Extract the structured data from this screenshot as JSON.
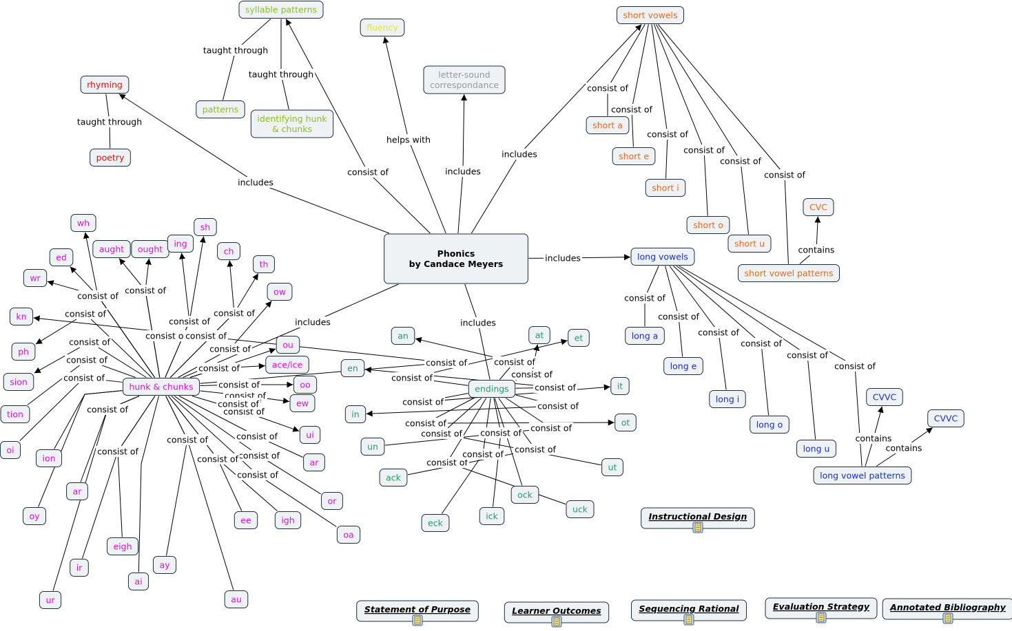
{
  "colors": {
    "root": "#000000",
    "rhyming": "#dd1111",
    "syllable": "#8fbf1f",
    "fluency": "#e6e62a",
    "letter_sound": "#999999",
    "short_vowels": "#ee6a1a",
    "long_vowels": "#1a2ed0",
    "chunks": "#dd11dd",
    "endings": "#2b9a6b",
    "line": "#000000"
  },
  "nodes": [
    {
      "id": "phonics",
      "label": "Phonics\nby Candace Meyers",
      "color": "root",
      "bold": true
    },
    {
      "id": "rhyming",
      "label": "rhyming",
      "color": "rhyming"
    },
    {
      "id": "poetry",
      "label": "poetry",
      "color": "rhyming"
    },
    {
      "id": "syllable_patterns",
      "label": "syllable patterns",
      "color": "syllable"
    },
    {
      "id": "patterns",
      "label": "patterns",
      "color": "syllable"
    },
    {
      "id": "identifying",
      "label": "identifying hunk\n& chunks",
      "color": "syllable"
    },
    {
      "id": "fluency",
      "label": "fluency",
      "color": "fluency"
    },
    {
      "id": "letter_sound",
      "label": "letter-sound\ncorrespondance",
      "color": "letter_sound"
    },
    {
      "id": "short_vowels",
      "label": "short vowels",
      "color": "short_vowels"
    },
    {
      "id": "short_a",
      "label": "short a",
      "color": "short_vowels"
    },
    {
      "id": "short_e",
      "label": "short e",
      "color": "short_vowels"
    },
    {
      "id": "short_i",
      "label": "short i",
      "color": "short_vowels"
    },
    {
      "id": "short_o",
      "label": "short o",
      "color": "short_vowels"
    },
    {
      "id": "short_u",
      "label": "short u",
      "color": "short_vowels"
    },
    {
      "id": "short_vowel_patterns",
      "label": "short vowel patterns",
      "color": "short_vowels"
    },
    {
      "id": "cvc",
      "label": "CVC",
      "color": "short_vowels"
    },
    {
      "id": "long_vowels",
      "label": "long vowels",
      "color": "long_vowels"
    },
    {
      "id": "long_a",
      "label": "long a",
      "color": "long_vowels"
    },
    {
      "id": "long_e",
      "label": "long e",
      "color": "long_vowels"
    },
    {
      "id": "long_i",
      "label": "long i",
      "color": "long_vowels"
    },
    {
      "id": "long_o",
      "label": "long o",
      "color": "long_vowels"
    },
    {
      "id": "long_u",
      "label": "long u",
      "color": "long_vowels"
    },
    {
      "id": "long_vowel_patterns",
      "label": "long vowel patterns",
      "color": "long_vowels"
    },
    {
      "id": "cvvc1",
      "label": "CVVC",
      "color": "long_vowels"
    },
    {
      "id": "cvvc2",
      "label": "CVVC",
      "color": "long_vowels"
    },
    {
      "id": "hunk",
      "label": "hunk & chunks",
      "color": "chunks"
    },
    {
      "id": "wh",
      "label": "wh",
      "color": "chunks"
    },
    {
      "id": "aught",
      "label": "aught",
      "color": "chunks"
    },
    {
      "id": "ought",
      "label": "ought",
      "color": "chunks"
    },
    {
      "id": "ing",
      "label": "ing",
      "color": "chunks"
    },
    {
      "id": "sh",
      "label": "sh",
      "color": "chunks"
    },
    {
      "id": "ch",
      "label": "ch",
      "color": "chunks"
    },
    {
      "id": "th",
      "label": "th",
      "color": "chunks"
    },
    {
      "id": "ow",
      "label": "ow",
      "color": "chunks"
    },
    {
      "id": "ou",
      "label": "ou",
      "color": "chunks"
    },
    {
      "id": "aceice",
      "label": "ace/ice",
      "color": "chunks"
    },
    {
      "id": "oo",
      "label": "oo",
      "color": "chunks"
    },
    {
      "id": "ew",
      "label": "ew",
      "color": "chunks"
    },
    {
      "id": "ui",
      "label": "ui",
      "color": "chunks"
    },
    {
      "id": "ar2",
      "label": "ar",
      "color": "chunks"
    },
    {
      "id": "or",
      "label": "or",
      "color": "chunks"
    },
    {
      "id": "oa",
      "label": "oa",
      "color": "chunks"
    },
    {
      "id": "igh",
      "label": "igh",
      "color": "chunks"
    },
    {
      "id": "ee",
      "label": "ee",
      "color": "chunks"
    },
    {
      "id": "au",
      "label": "au",
      "color": "chunks"
    },
    {
      "id": "ay",
      "label": "ay",
      "color": "chunks"
    },
    {
      "id": "ai",
      "label": "ai",
      "color": "chunks"
    },
    {
      "id": "eigh",
      "label": "eigh",
      "color": "chunks"
    },
    {
      "id": "ir",
      "label": "ir",
      "color": "chunks"
    },
    {
      "id": "ur",
      "label": "ur",
      "color": "chunks"
    },
    {
      "id": "ar1",
      "label": "ar",
      "color": "chunks"
    },
    {
      "id": "oy",
      "label": "oy",
      "color": "chunks"
    },
    {
      "id": "ion",
      "label": "ion",
      "color": "chunks"
    },
    {
      "id": "oi",
      "label": "oi",
      "color": "chunks"
    },
    {
      "id": "tion",
      "label": "tion",
      "color": "chunks"
    },
    {
      "id": "sion",
      "label": "sion",
      "color": "chunks"
    },
    {
      "id": "ph",
      "label": "ph",
      "color": "chunks"
    },
    {
      "id": "kn",
      "label": "kn",
      "color": "chunks"
    },
    {
      "id": "wr",
      "label": "wr",
      "color": "chunks"
    },
    {
      "id": "ed",
      "label": "ed",
      "color": "chunks"
    },
    {
      "id": "endings",
      "label": "endings",
      "color": "endings"
    },
    {
      "id": "an",
      "label": "an",
      "color": "endings"
    },
    {
      "id": "at",
      "label": "at",
      "color": "endings"
    },
    {
      "id": "et",
      "label": "et",
      "color": "endings"
    },
    {
      "id": "en",
      "label": "en",
      "color": "endings"
    },
    {
      "id": "it",
      "label": "it",
      "color": "endings"
    },
    {
      "id": "in",
      "label": "in",
      "color": "endings"
    },
    {
      "id": "ot",
      "label": "ot",
      "color": "endings"
    },
    {
      "id": "un",
      "label": "un",
      "color": "endings"
    },
    {
      "id": "ut",
      "label": "ut",
      "color": "endings"
    },
    {
      "id": "ack",
      "label": "ack",
      "color": "endings"
    },
    {
      "id": "uck",
      "label": "uck",
      "color": "endings"
    },
    {
      "id": "eck",
      "label": "eck",
      "color": "endings"
    },
    {
      "id": "ick",
      "label": "ick",
      "color": "endings"
    },
    {
      "id": "ock",
      "label": "ock",
      "color": "endings"
    }
  ],
  "links": [
    {
      "from": "phonics",
      "to": "rhyming",
      "label": "includes",
      "arrow": true
    },
    {
      "from": "rhyming",
      "to": "poetry",
      "label": "taught through",
      "arrow": false
    },
    {
      "from": "phonics",
      "to": "syllable_patterns",
      "label": "consist of",
      "arrow": true
    },
    {
      "from": "syllable_patterns",
      "to": "patterns",
      "label": "taught through",
      "arrow": false
    },
    {
      "from": "syllable_patterns",
      "to": "identifying",
      "label": "taught through",
      "arrow": false
    },
    {
      "from": "phonics",
      "to": "fluency",
      "label": "helps with",
      "arrow": true
    },
    {
      "from": "phonics",
      "to": "letter_sound",
      "label": "includes",
      "arrow": true
    },
    {
      "from": "phonics",
      "to": "short_vowels",
      "label": "includes",
      "arrow": true
    },
    {
      "from": "short_vowels",
      "to": "short_a",
      "label": "consist of",
      "arrow": false
    },
    {
      "from": "short_vowels",
      "to": "short_e",
      "label": "consist of",
      "arrow": false
    },
    {
      "from": "short_vowels",
      "to": "short_i",
      "label": "consist of",
      "arrow": false
    },
    {
      "from": "short_vowels",
      "to": "short_o",
      "label": "consist of",
      "arrow": false
    },
    {
      "from": "short_vowels",
      "to": "short_u",
      "label": "consist of",
      "arrow": false
    },
    {
      "from": "short_vowels",
      "to": "short_vowel_patterns",
      "label": "consist of",
      "arrow": false
    },
    {
      "from": "short_vowel_patterns",
      "to": "cvc",
      "label": "contains",
      "arrow": true
    },
    {
      "from": "phonics",
      "to": "long_vowels",
      "label": "includes",
      "arrow": true
    },
    {
      "from": "long_vowels",
      "to": "long_a",
      "label": "consist of",
      "arrow": false
    },
    {
      "from": "long_vowels",
      "to": "long_e",
      "label": "consist of",
      "arrow": false
    },
    {
      "from": "long_vowels",
      "to": "long_i",
      "label": "consist of",
      "arrow": false
    },
    {
      "from": "long_vowels",
      "to": "long_o",
      "label": "consist of",
      "arrow": false
    },
    {
      "from": "long_vowels",
      "to": "long_u",
      "label": "consist of",
      "arrow": false
    },
    {
      "from": "long_vowels",
      "to": "long_vowel_patterns",
      "label": "consist of",
      "arrow": false
    },
    {
      "from": "long_vowel_patterns",
      "to": "cvvc1",
      "label": "contains",
      "arrow": true
    },
    {
      "from": "long_vowel_patterns",
      "to": "cvvc2",
      "label": "contains",
      "arrow": true
    },
    {
      "from": "phonics",
      "to": "hunk",
      "label": "includes",
      "arrow": false
    },
    {
      "from": "phonics",
      "to": "endings",
      "label": "includes",
      "arrow": false
    },
    {
      "from": "hunk",
      "to": "wh",
      "label": "consist of",
      "arrow": true
    },
    {
      "from": "hunk",
      "to": "ed",
      "label": "consist of",
      "arrow": true
    },
    {
      "from": "hunk",
      "to": "wr",
      "label": "consist of",
      "arrow": true
    },
    {
      "from": "hunk",
      "to": "aught",
      "label": "consist of",
      "arrow": true
    },
    {
      "from": "hunk",
      "to": "ought",
      "label": "consist of",
      "arrow": true
    },
    {
      "from": "hunk",
      "to": "ing",
      "label": "consist of",
      "arrow": true
    },
    {
      "from": "hunk",
      "to": "sh",
      "label": "consist of",
      "arrow": true
    },
    {
      "from": "hunk",
      "to": "ch",
      "label": "consist of",
      "arrow": true
    },
    {
      "from": "hunk",
      "to": "th",
      "label": "consist of",
      "arrow": true
    },
    {
      "from": "hunk",
      "to": "ow",
      "label": "consist of",
      "arrow": true
    },
    {
      "from": "hunk",
      "to": "ou",
      "label": "consist of",
      "arrow": true
    },
    {
      "from": "hunk",
      "to": "aceice",
      "label": "consist of",
      "arrow": true
    },
    {
      "from": "hunk",
      "to": "oo",
      "label": "consist of",
      "arrow": true
    },
    {
      "from": "hunk",
      "to": "ew",
      "label": "consist of",
      "arrow": true
    },
    {
      "from": "hunk",
      "to": "ui",
      "label": "consist of",
      "arrow": true
    },
    {
      "from": "hunk",
      "to": "ar2",
      "label": "consist of",
      "arrow": false
    },
    {
      "from": "hunk",
      "to": "or",
      "label": "consist of",
      "arrow": false
    },
    {
      "from": "hunk",
      "to": "oa",
      "label": "consist of",
      "arrow": false
    },
    {
      "from": "hunk",
      "to": "igh",
      "label": "consist of",
      "arrow": false
    },
    {
      "from": "hunk",
      "to": "ee",
      "label": "consist of",
      "arrow": false
    },
    {
      "from": "hunk",
      "to": "au",
      "label": "",
      "arrow": false
    },
    {
      "from": "hunk",
      "to": "ay",
      "label": "consist of",
      "arrow": false
    },
    {
      "from": "hunk",
      "to": "ai",
      "label": "",
      "arrow": false
    },
    {
      "from": "hunk",
      "to": "eigh",
      "label": "consist of",
      "arrow": false
    },
    {
      "from": "hunk",
      "to": "ir",
      "label": "",
      "arrow": false
    },
    {
      "from": "hunk",
      "to": "ur",
      "label": "consist of",
      "arrow": false
    },
    {
      "from": "hunk",
      "to": "ar1",
      "label": "consist of",
      "arrow": false
    },
    {
      "from": "hunk",
      "to": "oy",
      "label": "",
      "arrow": false
    },
    {
      "from": "hunk",
      "to": "ion",
      "label": "",
      "arrow": false
    },
    {
      "from": "hunk",
      "to": "oi",
      "label": "consist of",
      "arrow": false
    },
    {
      "from": "hunk",
      "to": "tion",
      "label": "consist of",
      "arrow": false
    },
    {
      "from": "hunk",
      "to": "sion",
      "label": "consist of",
      "arrow": true
    },
    {
      "from": "hunk",
      "to": "ph",
      "label": "consist of",
      "arrow": true
    },
    {
      "from": "hunk",
      "to": "kn",
      "label": "consist of",
      "arrow": true
    },
    {
      "from": "endings",
      "to": "an",
      "label": "consist of",
      "arrow": true
    },
    {
      "from": "endings",
      "to": "at",
      "label": "consist of",
      "arrow": true
    },
    {
      "from": "endings",
      "to": "et",
      "label": "consist of",
      "arrow": true
    },
    {
      "from": "endings",
      "to": "en",
      "label": "consist of",
      "arrow": true
    },
    {
      "from": "endings",
      "to": "it",
      "label": "consist of",
      "arrow": true
    },
    {
      "from": "endings",
      "to": "in",
      "label": "consist of",
      "arrow": true
    },
    {
      "from": "endings",
      "to": "ot",
      "label": "consist of",
      "arrow": true
    },
    {
      "from": "endings",
      "to": "un",
      "label": "consist of",
      "arrow": false
    },
    {
      "from": "endings",
      "to": "ut",
      "label": "consist of",
      "arrow": false
    },
    {
      "from": "endings",
      "to": "ack",
      "label": "consist of",
      "arrow": false
    },
    {
      "from": "endings",
      "to": "uck",
      "label": "consist of",
      "arrow": false
    },
    {
      "from": "endings",
      "to": "eck",
      "label": "consist of",
      "arrow": false
    },
    {
      "from": "endings",
      "to": "ick",
      "label": "consist of",
      "arrow": false
    },
    {
      "from": "endings",
      "to": "ock",
      "label": "consist of",
      "arrow": false
    }
  ],
  "resources": [
    {
      "id": "instructional_design",
      "label": "Instructional Design",
      "icon": "document-icon"
    },
    {
      "id": "statement_of_purpose",
      "label": "Statement of Purpose",
      "icon": "document-icon"
    },
    {
      "id": "learner_outcomes",
      "label": "Learner Outcomes",
      "icon": "document-icon"
    },
    {
      "id": "sequencing_rational",
      "label": "Sequencing Rational",
      "icon": "document-icon"
    },
    {
      "id": "evaluation_strategy",
      "label": "Evaluation Strategy",
      "icon": "document-icon"
    },
    {
      "id": "annotated_bibliography",
      "label": "Annotated Bibliography",
      "icon": "document-icon"
    }
  ]
}
